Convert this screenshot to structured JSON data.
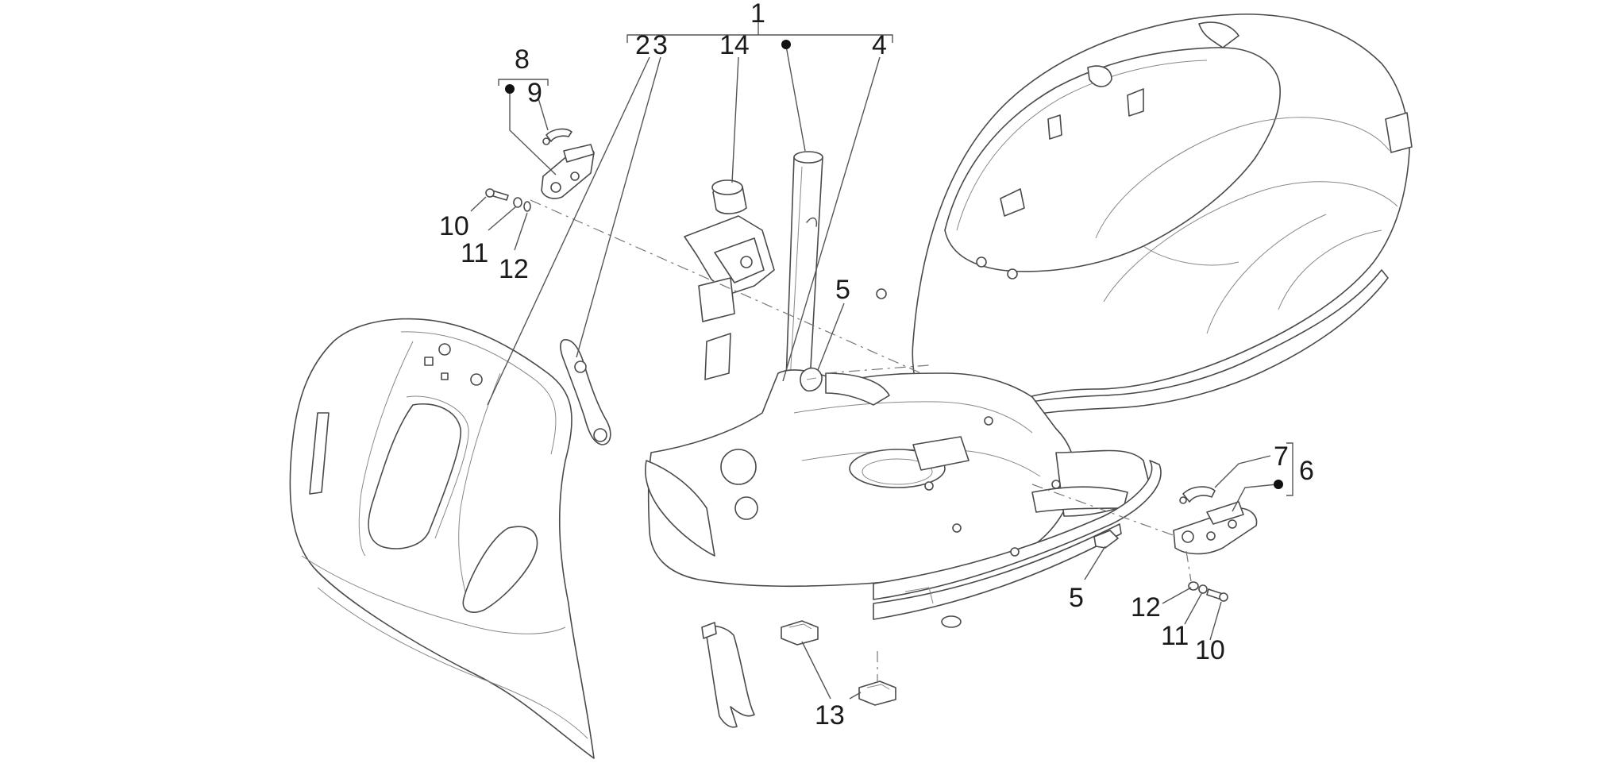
{
  "callouts": [
    {
      "id": "c1",
      "text": "1"
    },
    {
      "id": "c2",
      "text": "2"
    },
    {
      "id": "c3",
      "text": "3"
    },
    {
      "id": "c14",
      "text": "14"
    },
    {
      "id": "c4",
      "text": "4"
    },
    {
      "id": "c8",
      "text": "8"
    },
    {
      "id": "c9",
      "text": "9"
    },
    {
      "id": "c10a",
      "text": "10"
    },
    {
      "id": "c11a",
      "text": "11"
    },
    {
      "id": "c12a",
      "text": "12"
    },
    {
      "id": "c5a",
      "text": "5"
    },
    {
      "id": "c7",
      "text": "7"
    },
    {
      "id": "c6",
      "text": "6"
    },
    {
      "id": "c5b",
      "text": "5"
    },
    {
      "id": "c12b",
      "text": "12"
    },
    {
      "id": "c11b",
      "text": "11"
    },
    {
      "id": "c10b",
      "text": "10"
    },
    {
      "id": "c13",
      "text": "13"
    }
  ],
  "colors": {
    "line": "#4a4a4a",
    "text": "#1a1a1a",
    "background": "#ffffff"
  }
}
